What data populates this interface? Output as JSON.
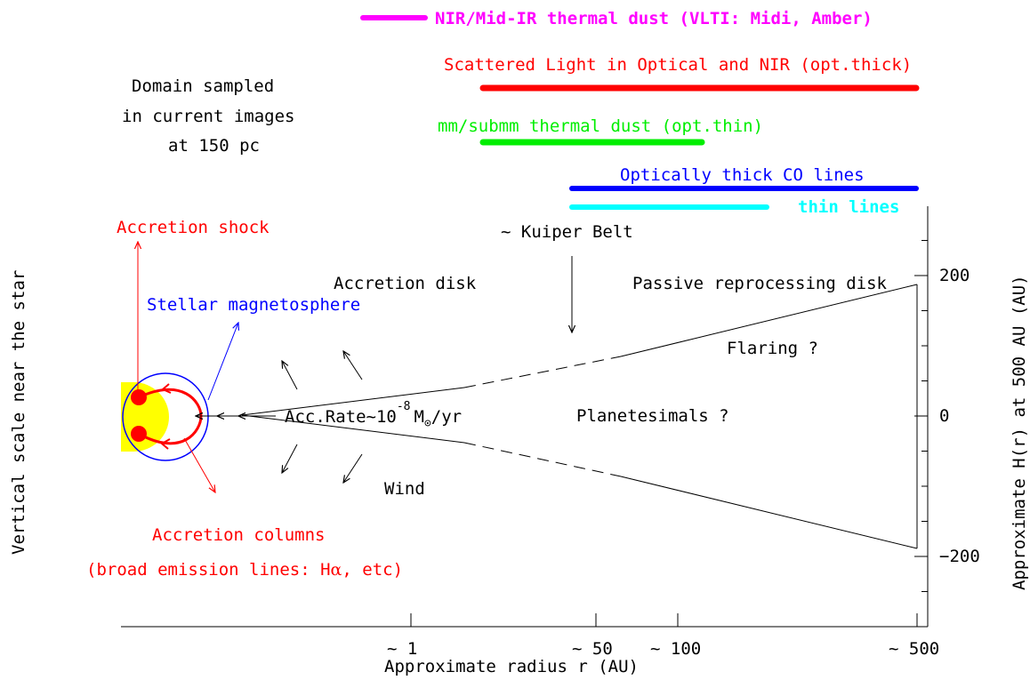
{
  "regimes": {
    "nir_midir": "NIR/Mid-IR thermal dust (VLTI: Midi, Amber)",
    "scattered": "Scattered Light in Optical and NIR (opt.thick)",
    "mm_submm": "mm/submm thermal dust (opt.thin)",
    "thick_co": "Optically thick CO lines",
    "thin_lines": "thin lines"
  },
  "domain_note": {
    "line1": "Domain sampled",
    "line2": "in current images",
    "line3": "at 150 pc"
  },
  "labels": {
    "accretion_shock": "Accretion shock",
    "stellar_magnetosphere": "Stellar magnetosphere",
    "accretion_disk": "Accretion disk",
    "kuiper_belt": "~ Kuiper Belt",
    "passive_disk": "Passive reprocessing disk",
    "flaring": "Flaring ?",
    "planetesimals": "Planetesimals ?",
    "wind": "Wind",
    "accretion_columns": "Accretion columns",
    "broad_emission": "(broad emission lines: H",
    "alpha": "α",
    "etc": ", etc)",
    "acc_rate_prefix": "Acc.Rate~10",
    "acc_rate_exp": "-8",
    "acc_rate_m": "M",
    "acc_rate_sun": "⊙",
    "acc_rate_unit": "/yr"
  },
  "axes": {
    "x_label": "Approximate radius r (AU)",
    "x_ticks": [
      "~ 1",
      "~ 50",
      "~ 100",
      "~ 500"
    ],
    "y_left_label": "Vertical scale near the star",
    "y_right_label": "Approximate H(r) at 500 AU (AU)",
    "y_ticks": [
      "200",
      "0",
      "−200"
    ]
  },
  "colors": {
    "magenta": "#ff00ff",
    "red": "#ff0000",
    "green": "#00ee00",
    "blue": "#0000ff",
    "cyan": "#00ffff",
    "star": "#ffff00",
    "ink": "#000000"
  }
}
